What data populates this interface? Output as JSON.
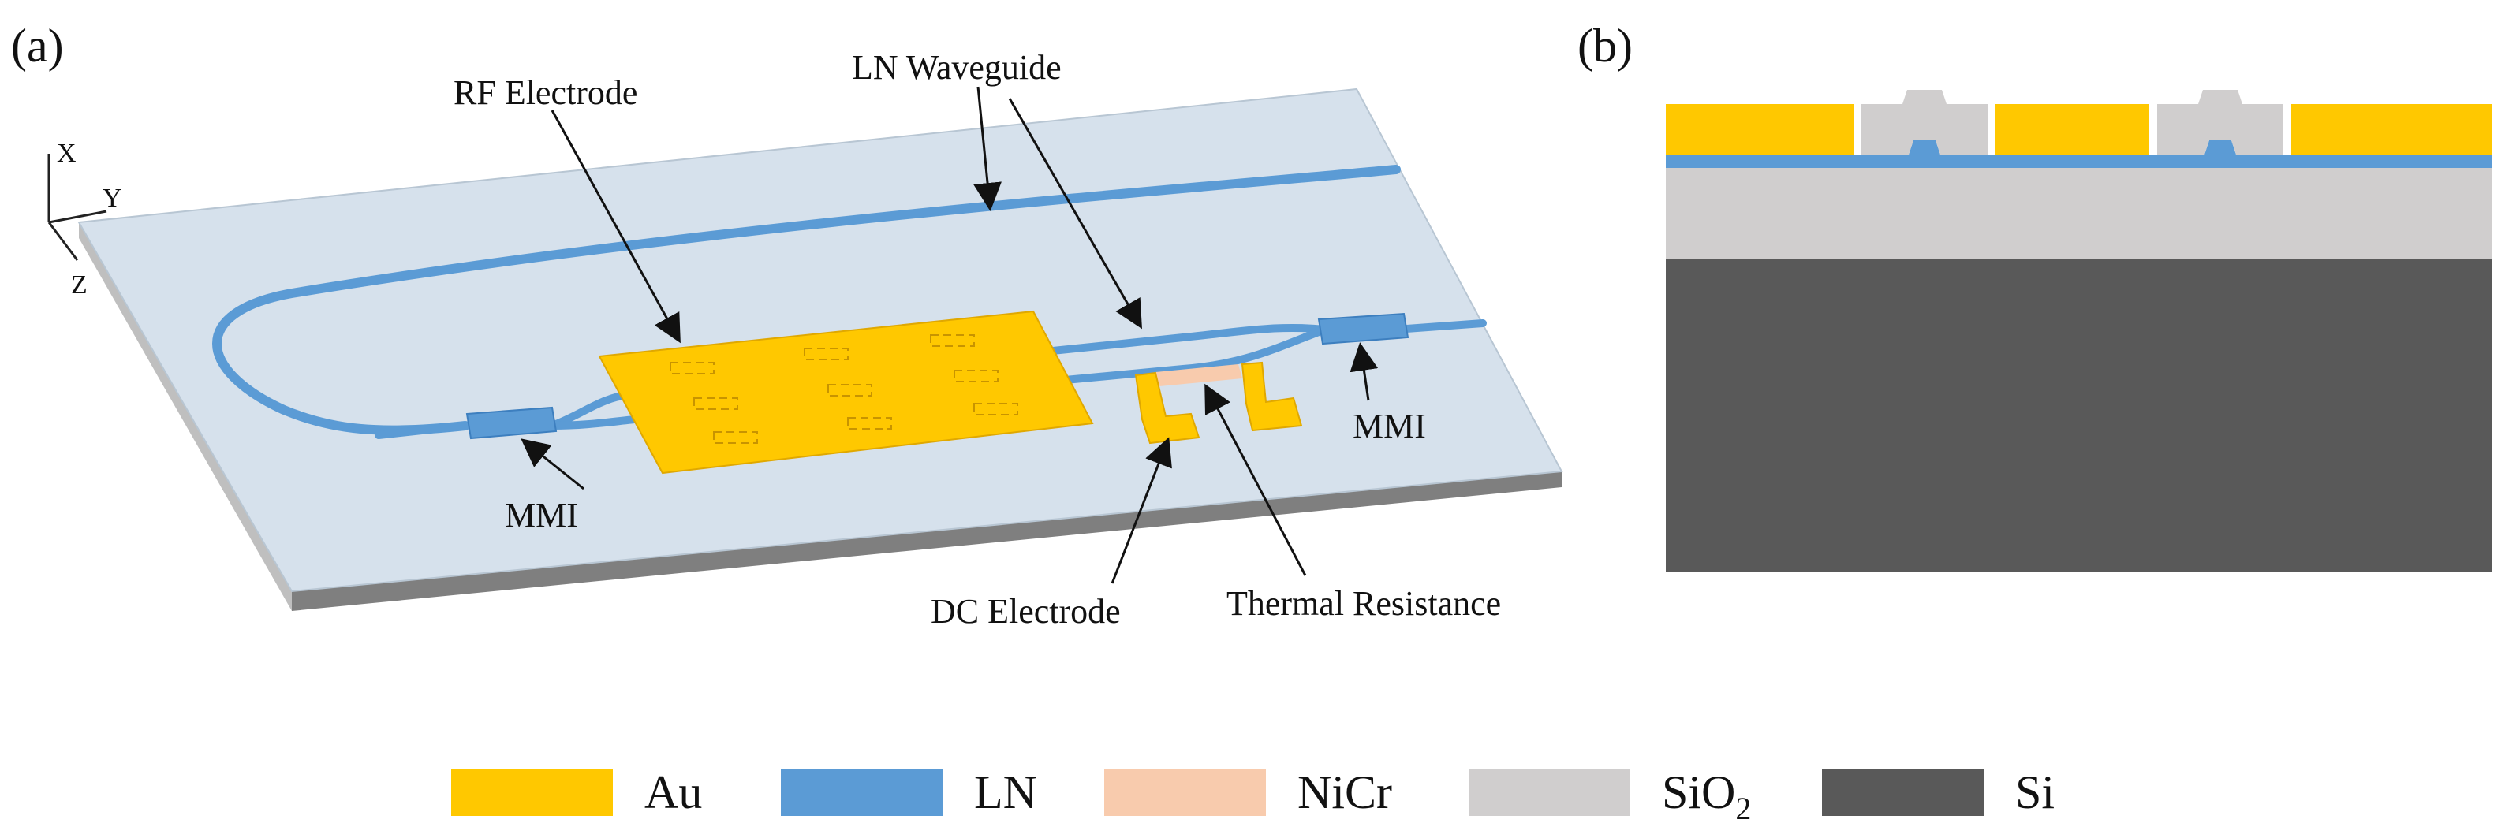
{
  "panels": {
    "a": "(a)",
    "b": "(b)"
  },
  "axes": {
    "x": "X",
    "y": "Y",
    "z": "Z"
  },
  "labels": {
    "rf_electrode": "RF Electrode",
    "ln_waveguide": "LN Waveguide",
    "mmi_left": "MMI",
    "mmi_right": "MMI",
    "dc_electrode": "DC Electrode",
    "thermal_resistance": "Thermal Resistance"
  },
  "legend": [
    {
      "label": "Au",
      "sub": "",
      "tail": "",
      "color": "#FFC800"
    },
    {
      "label": "LN",
      "sub": "",
      "tail": "",
      "color": "#5B9BD5"
    },
    {
      "label": "NiCr",
      "sub": "",
      "tail": "",
      "color": "#F8CBAD"
    },
    {
      "label": "SiO",
      "sub": "2",
      "tail": "",
      "color": "#D0CECE"
    },
    {
      "label": "Si",
      "sub": "",
      "tail": "",
      "color": "#595959"
    }
  ],
  "colors": {
    "au": "#FFC800",
    "ln": "#5B9BD5",
    "nicr": "#F8CBAD",
    "sio2": "#D0CECE",
    "si": "#595959",
    "chip_top": "#D6E1EC"
  }
}
